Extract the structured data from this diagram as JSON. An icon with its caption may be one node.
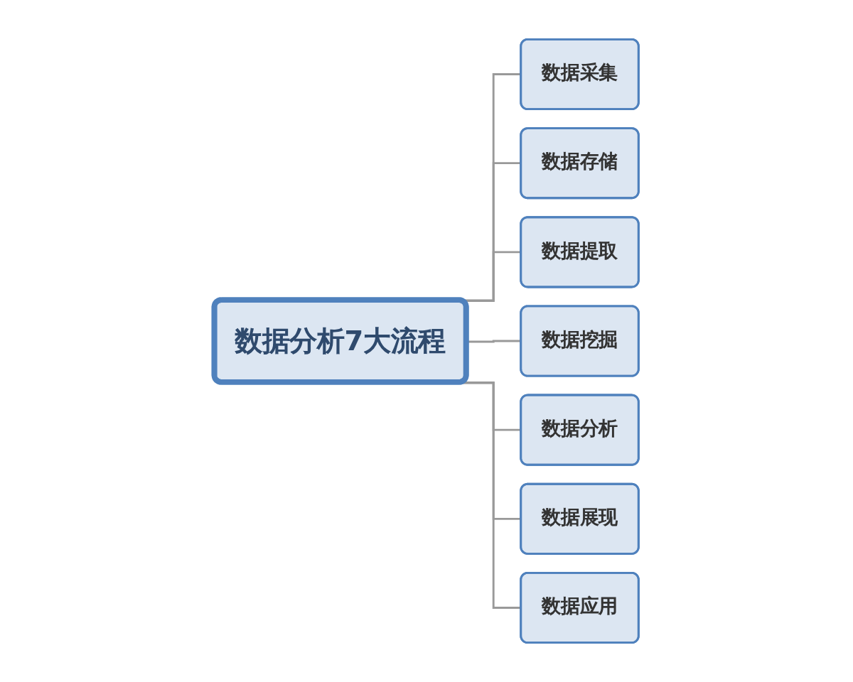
{
  "diagram": {
    "nodes": [
      {
        "text": [
          "数据分析7大流程"
        ]
      },
      {
        "text": [
          "数据采集"
        ]
      },
      {
        "text": [
          "数据存储"
        ]
      },
      {
        "text": [
          "数据提取"
        ]
      },
      {
        "text": [
          "数据挖掘"
        ]
      },
      {
        "text": [
          "数据分析"
        ]
      },
      {
        "text": [
          "数据展现"
        ]
      },
      {
        "text": [
          "数据应用"
        ]
      }
    ],
    "edges": [
      {
        "from": 0,
        "to": 1,
        "arrow": "none"
      },
      {
        "from": 0,
        "to": 2,
        "arrow": "none"
      },
      {
        "from": 0,
        "to": 3,
        "arrow": "none"
      },
      {
        "from": 0,
        "to": 4,
        "arrow": "none"
      },
      {
        "from": 0,
        "to": 5,
        "arrow": "none"
      },
      {
        "from": 0,
        "to": 6,
        "arrow": "none"
      },
      {
        "from": 0,
        "to": 7,
        "arrow": "none"
      }
    ]
  }
}
